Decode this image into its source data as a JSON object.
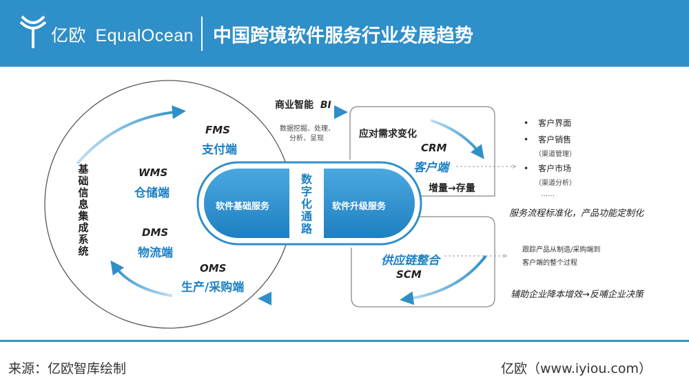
{
  "header": {
    "brand_cn": "亿欧",
    "brand_en": "EqualOcean",
    "title": "中国跨境软件服务行业发展趋势"
  },
  "left_circle": {
    "vertical_label": [
      "基",
      "础",
      "信",
      "息",
      "集",
      "成",
      "系",
      "统"
    ],
    "nodes": [
      {
        "abbr": "FMS",
        "name": "支付端"
      },
      {
        "abbr": "WMS",
        "name": "仓储端"
      },
      {
        "abbr": "DMS",
        "name": "物流端"
      },
      {
        "abbr": "OMS",
        "name": "生产/采购端"
      }
    ]
  },
  "capsule": {
    "left_label": "软件基础服务",
    "center_label": [
      "数",
      "字",
      "化",
      "通",
      "路"
    ],
    "right_label": "软件升级服务"
  },
  "bi": {
    "title": "商业智能",
    "abbr": "BI",
    "desc_line1": "数据挖掘、处理、",
    "desc_line2": "分析、呈现"
  },
  "crm_box": {
    "title": "应对需求变化",
    "abbr": "CRM",
    "name": "客户端",
    "bottom": "增量→存量"
  },
  "crm_list": {
    "items": [
      {
        "label": "客户界面",
        "sub": ""
      },
      {
        "label": "客户销售",
        "sub": "（渠道管理）"
      },
      {
        "label": "客户市场",
        "sub": "（渠道分析）"
      }
    ],
    "ellipsis": "……",
    "summary": "服务流程标准化，产品功能定制化"
  },
  "scm_box": {
    "name": "供应链整合",
    "abbr": "SCM"
  },
  "scm_desc": {
    "line1": "跟踪产品从制造/采购端到",
    "line2": "客户端的整个过程",
    "summary": "辅助企业降本增效→反哺企业决策"
  },
  "footer": {
    "source": "来源：亿欧智库绘制",
    "site": "亿欧（www.iyiou.com）"
  },
  "colors": {
    "primary": "#2f8fc8",
    "accent": "#1a7fc4",
    "text_dark": "#222222"
  }
}
